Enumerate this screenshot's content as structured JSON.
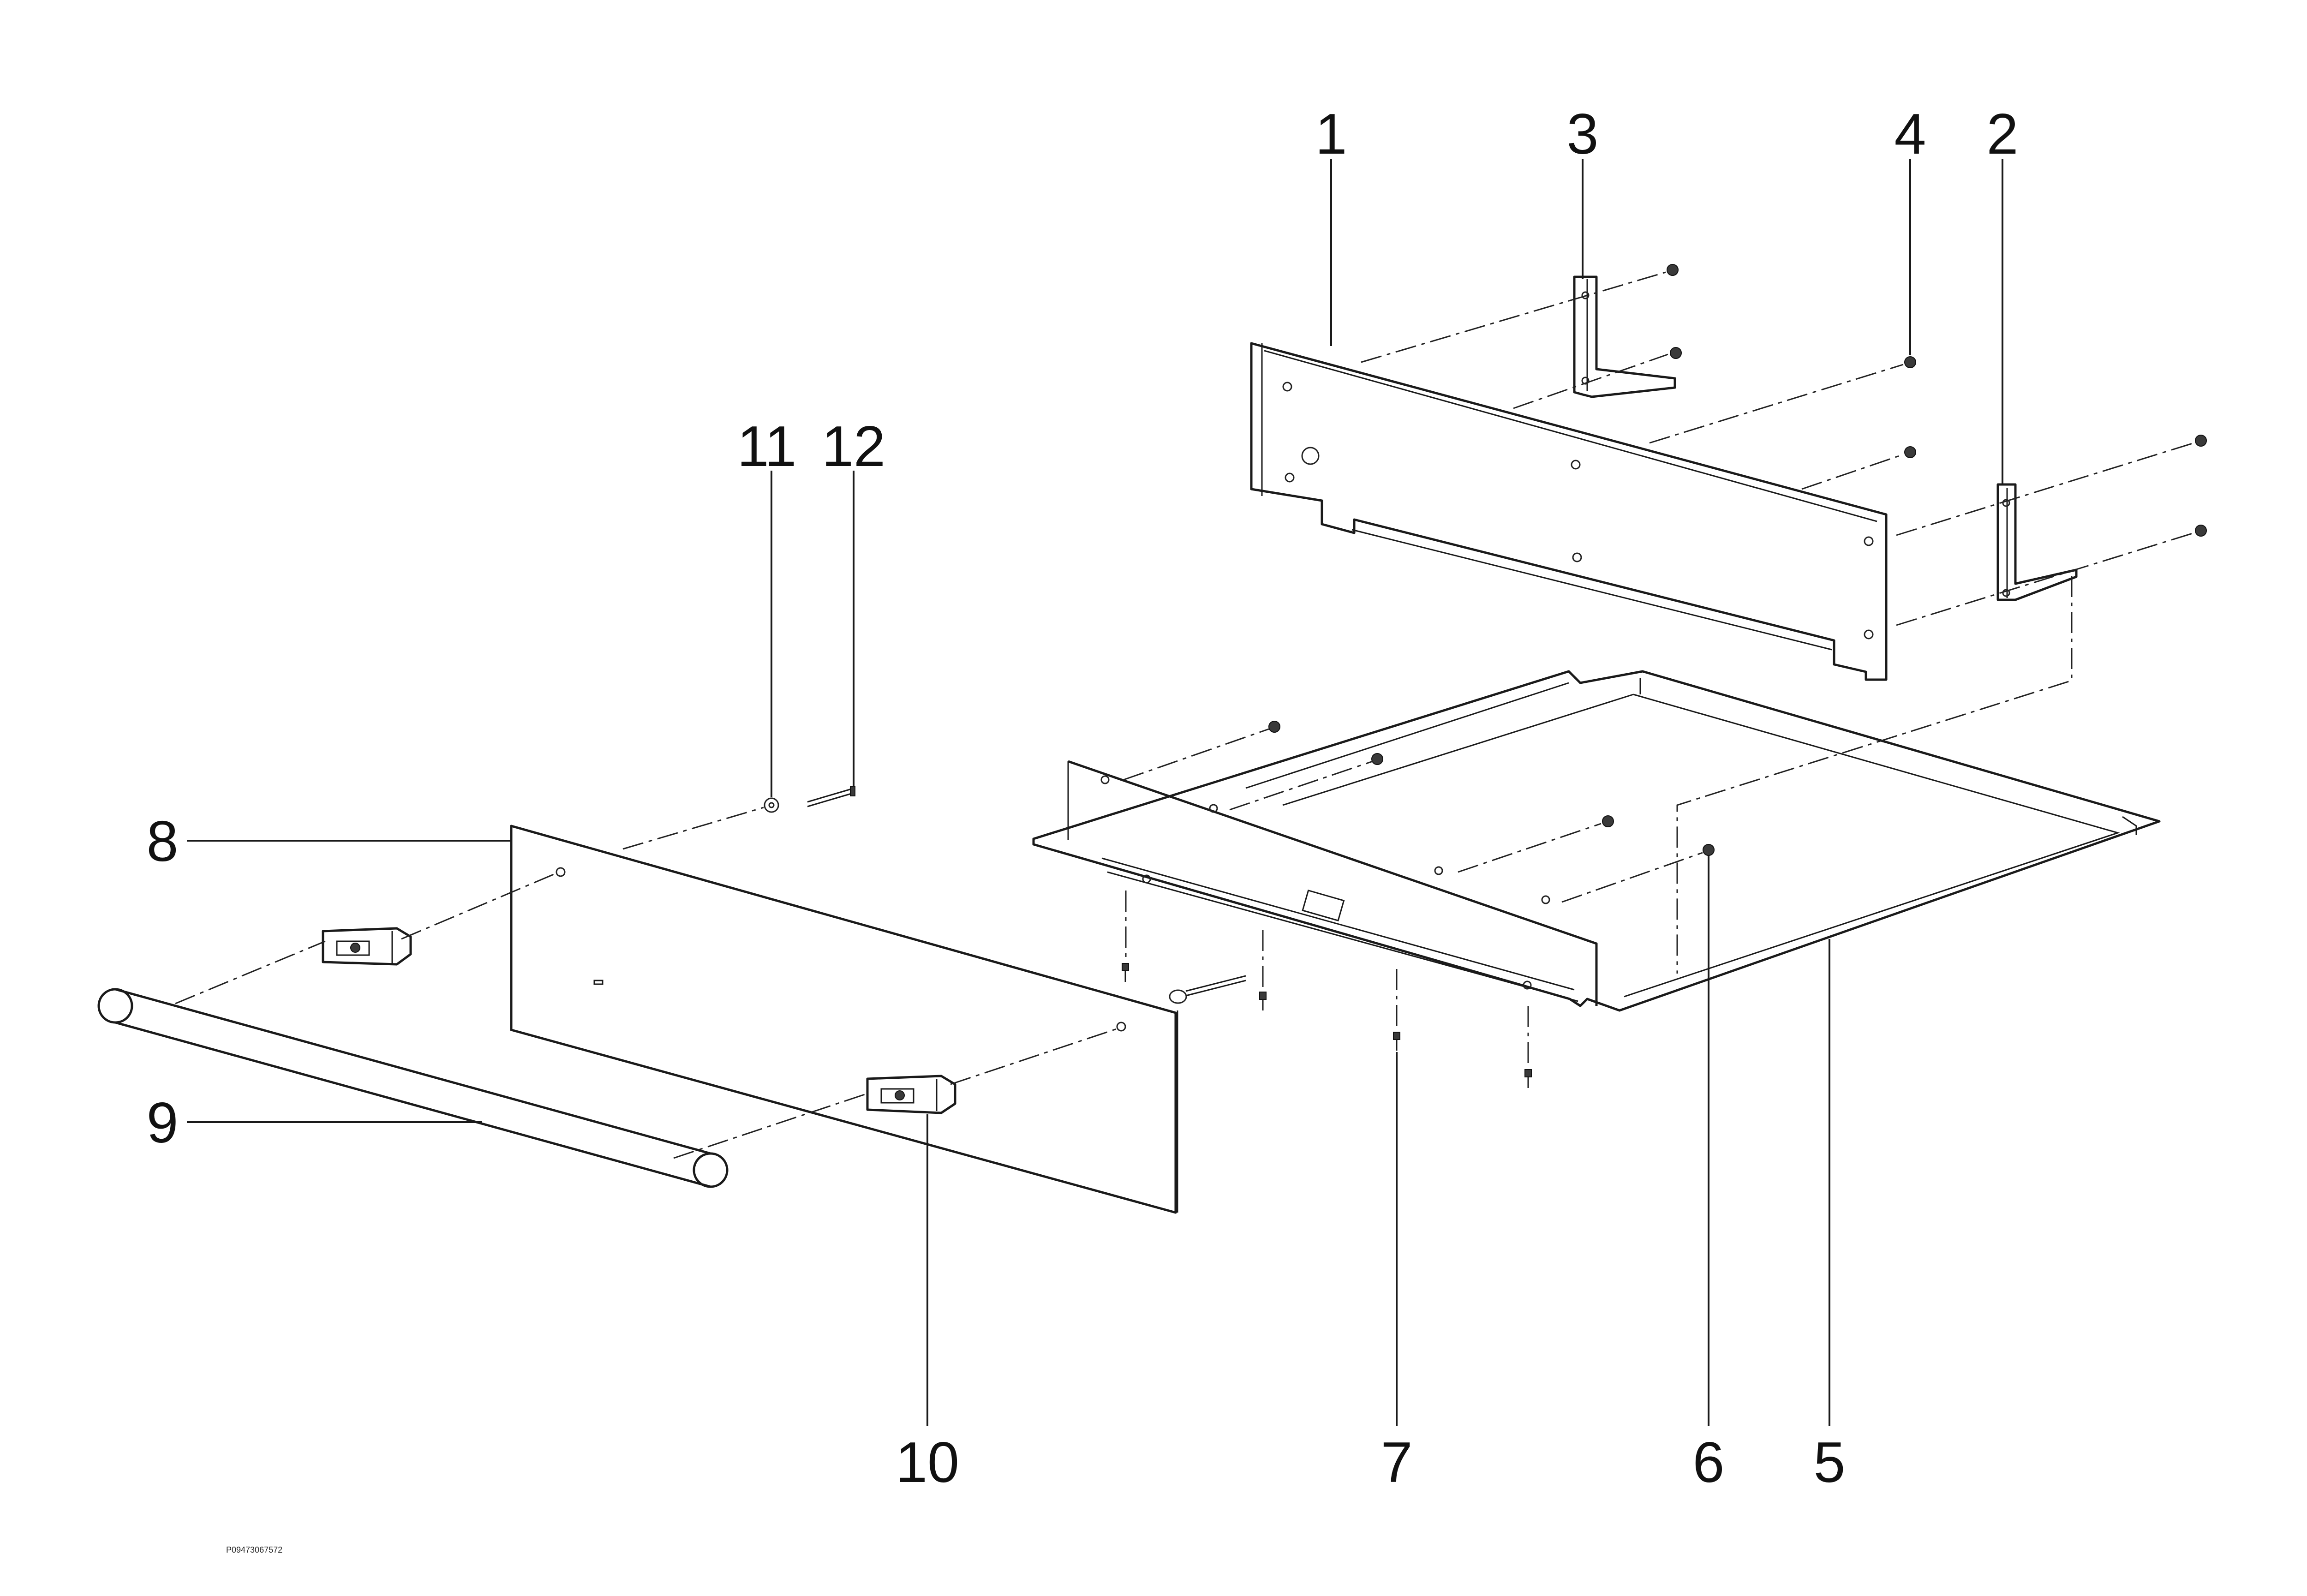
{
  "callouts": [
    {
      "label": "1"
    },
    {
      "label": "3"
    },
    {
      "label": "4"
    },
    {
      "label": "2"
    },
    {
      "label": "11"
    },
    {
      "label": "12"
    },
    {
      "label": "8"
    },
    {
      "label": "9"
    },
    {
      "label": "10"
    },
    {
      "label": "7"
    },
    {
      "label": "6"
    },
    {
      "label": "5"
    }
  ],
  "drawing_id": "P09473067572"
}
